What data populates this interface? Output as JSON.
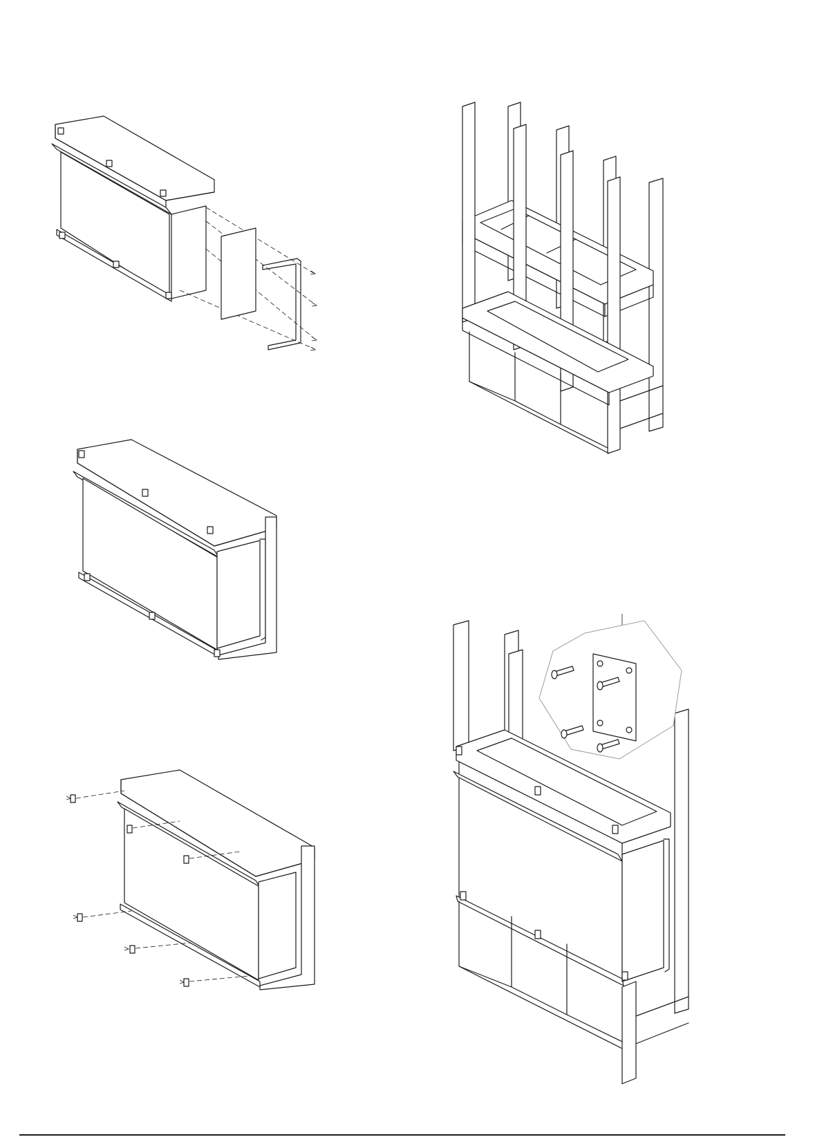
{
  "figures": [
    {
      "id": "fig-a",
      "subject": "firebox-exploded-side-panel"
    },
    {
      "id": "fig-b",
      "subject": "firebox-assembled-side-panel"
    },
    {
      "id": "fig-c",
      "subject": "firebox-nailing-brackets-exploded"
    },
    {
      "id": "fig-d",
      "subject": "wood-framing-enclosure"
    },
    {
      "id": "fig-e",
      "subject": "firebox-installed-in-framing"
    }
  ],
  "colors": {
    "line": "#1a1a1a",
    "background": "#ffffff",
    "detail_circle": "#9a9a9a"
  },
  "icons": [
    "screw-icon",
    "bracket-icon"
  ]
}
